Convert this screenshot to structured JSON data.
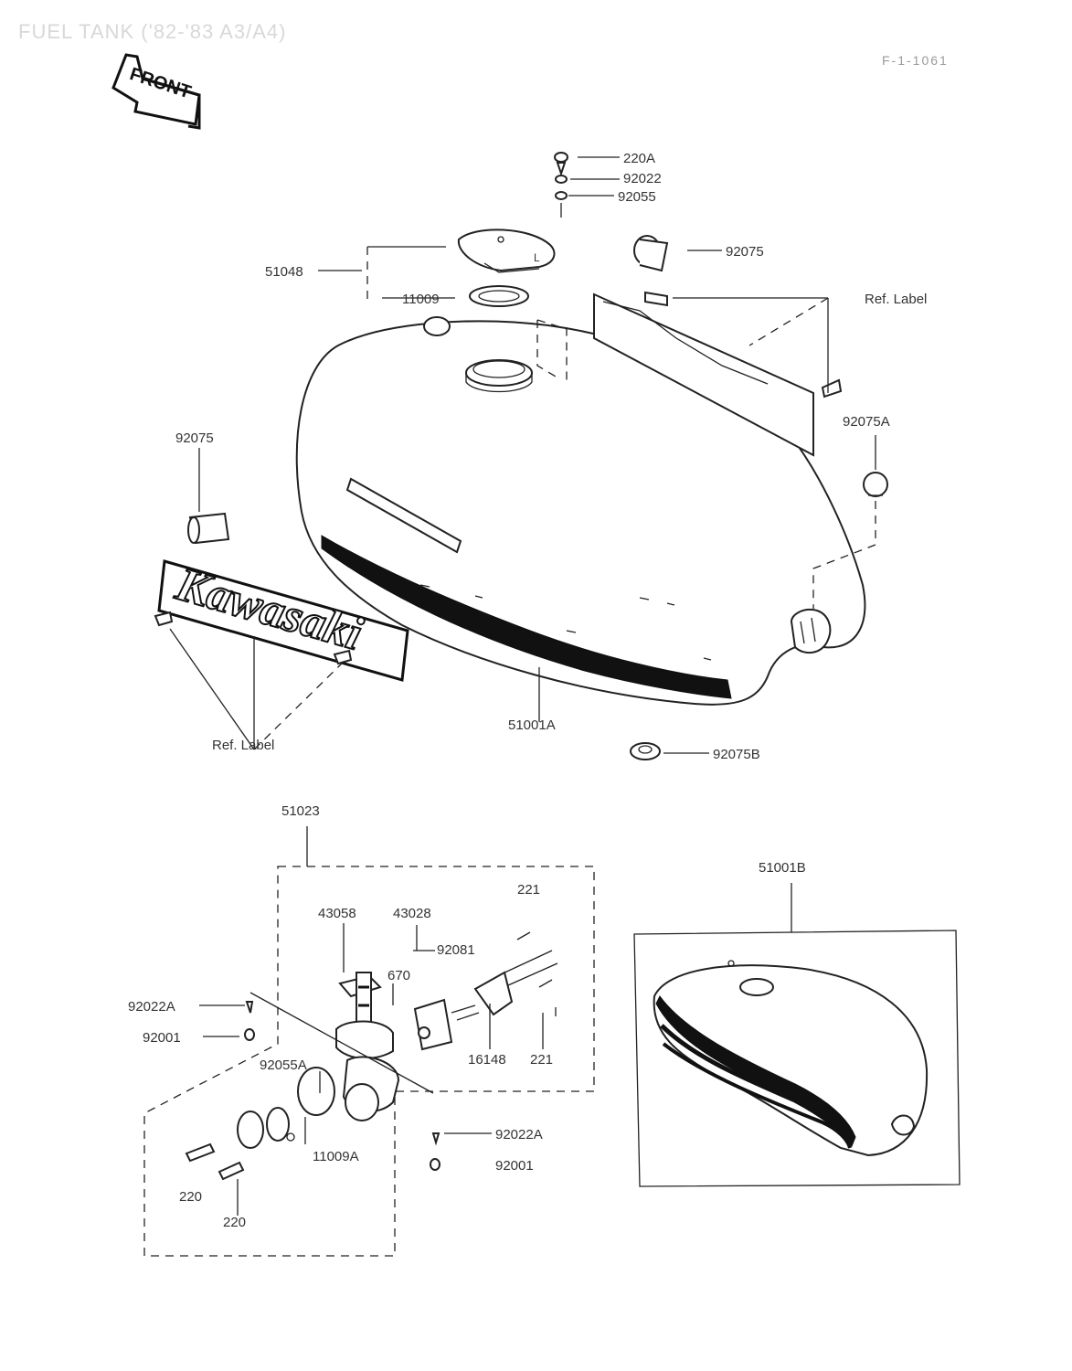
{
  "header": {
    "title": "FUEL TANK ('82-'83 A3/A4)",
    "code": "F-1-1061",
    "front_label": "FRONT"
  },
  "tank": {
    "brand": "Kawasaki"
  },
  "labels": {
    "p220A": "220A",
    "p92022": "92022",
    "p92055": "92055",
    "p92075": "92075",
    "p51048": "51048",
    "p11009": "11009",
    "ref_label_right": "Ref. Label",
    "p92075_left": "92075",
    "p92075A": "92075A",
    "ref_label_left": "Ref. Label",
    "p51001A": "51001A",
    "p92075B": "92075B",
    "p51023": "51023",
    "p221_top": "221",
    "p43058": "43058",
    "p43028": "43028",
    "p92081": "92081",
    "p670": "670",
    "p92022A_left": "92022A",
    "p92001_left": "92001",
    "p92055A": "92055A",
    "p16148": "16148",
    "p221_bottom": "221",
    "p92022A_right": "92022A",
    "p11009A": "11009A",
    "p92001_right": "92001",
    "p220_a": "220",
    "p220_b": "220",
    "p51001B": "51001B"
  }
}
